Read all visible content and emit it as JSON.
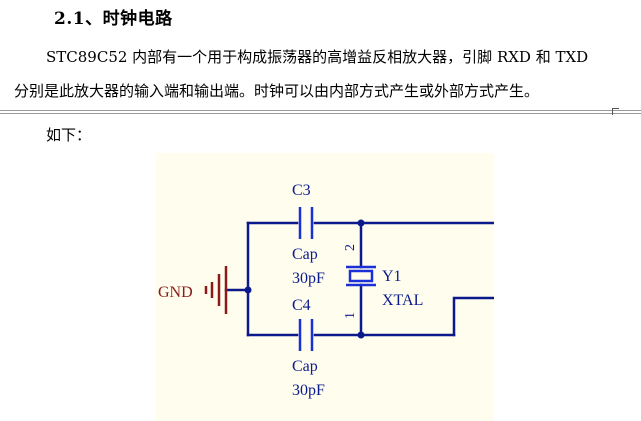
{
  "heading": "2.1、时钟电路",
  "paragraph": {
    "line1": "STC89C52 内部有一个用于构成振荡器的高增益反相放大器，引脚 RXD 和 TXD",
    "line2": "分别是此放大器的输入端和输出端。时钟可以由内部方式产生或外部方式产生。"
  },
  "lead_text": "如下：",
  "schematic": {
    "gnd_label": "GND",
    "c3": {
      "designator": "C3",
      "type": "Cap",
      "value": "30pF"
    },
    "c4": {
      "designator": "C4",
      "type": "Cap",
      "value": "30pF"
    },
    "y1": {
      "designator": "Y1",
      "type": "XTAL",
      "pin_top": "2",
      "pin_bottom": "1"
    },
    "colors": {
      "wire": "#0a1a8c",
      "component": "#1a2fd6",
      "ground": "#8b1a1a",
      "background": "#fffded"
    }
  }
}
